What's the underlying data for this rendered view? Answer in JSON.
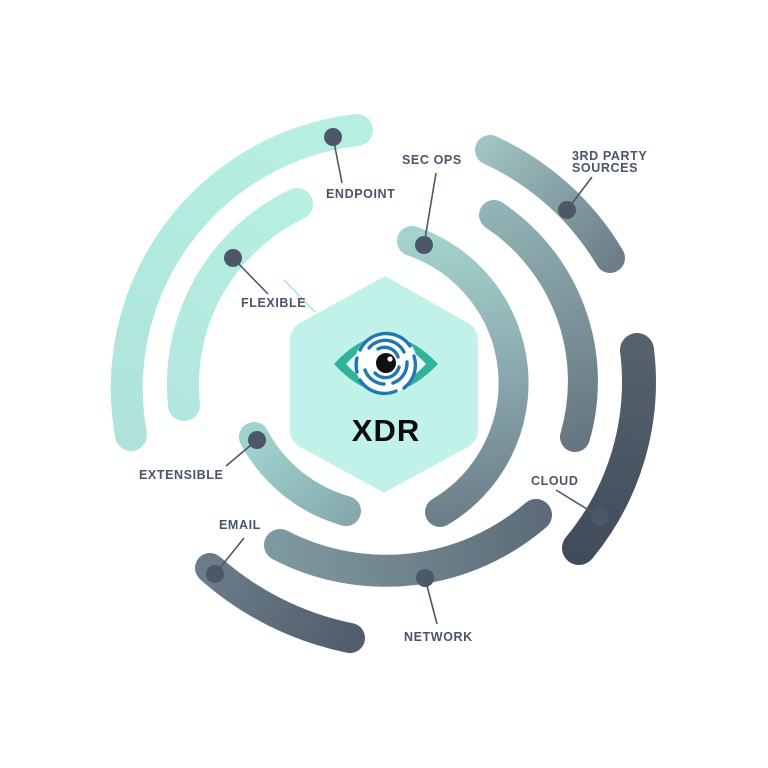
{
  "center": {
    "title": "XDR",
    "logo_icon": "eye-fingerprint-icon"
  },
  "labels": {
    "endpoint": "ENDPOINT",
    "flexible": "FLEXIBLE",
    "sec_ops": "SEC OPS",
    "third_party_line1": "3RD PARTY",
    "third_party_line2": "SOURCES",
    "cloud": "CLOUD",
    "extensible": "EXTENSIBLE",
    "email": "EMAIL",
    "network": "NETWORK"
  },
  "colors": {
    "mint": "#b3ece0",
    "hexagon": "#c1f2ea",
    "slate": "#56626f",
    "dark": "#465261",
    "dot": "#4c5868",
    "label": "#4a5566",
    "eye_teal": "#2fb39a",
    "eye_blue": "#1f78b4"
  }
}
